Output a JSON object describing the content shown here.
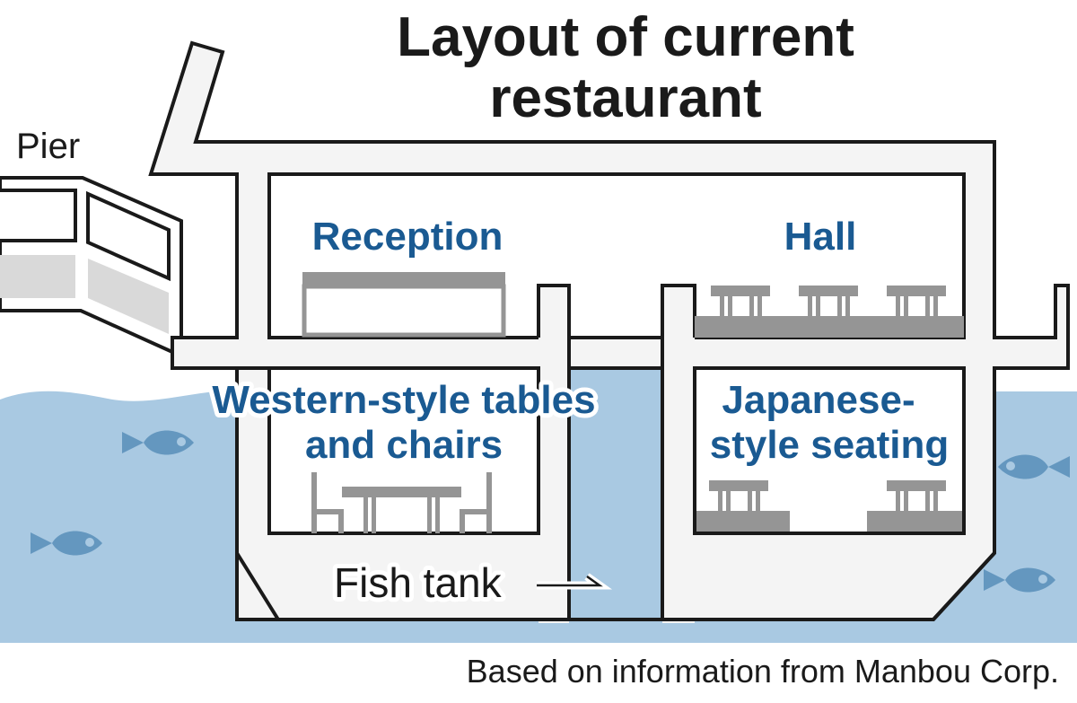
{
  "title": {
    "line1": "Layout of current",
    "line2": "restaurant"
  },
  "labels": {
    "pier": "Pier",
    "reception": "Reception",
    "hall": "Hall",
    "western_line1": "Western-style tables",
    "western_line2": "and chairs",
    "japanese_line1": "Japanese-",
    "japanese_line2": "style seating",
    "fish_tank": "Fish tank"
  },
  "source": "Based on information from Manbou Corp.",
  "icons": {
    "fish": "fish-icon",
    "table": "table-icon",
    "chair": "chair-icon",
    "arrow": "arrow-icon"
  },
  "colors": {
    "water": "#a9c9e2",
    "fish": "#6497bf",
    "room_label": "#1a5a92",
    "wall_fill": "#f4f4f4",
    "furniture": "#959595",
    "outline": "#1a1a1a"
  }
}
